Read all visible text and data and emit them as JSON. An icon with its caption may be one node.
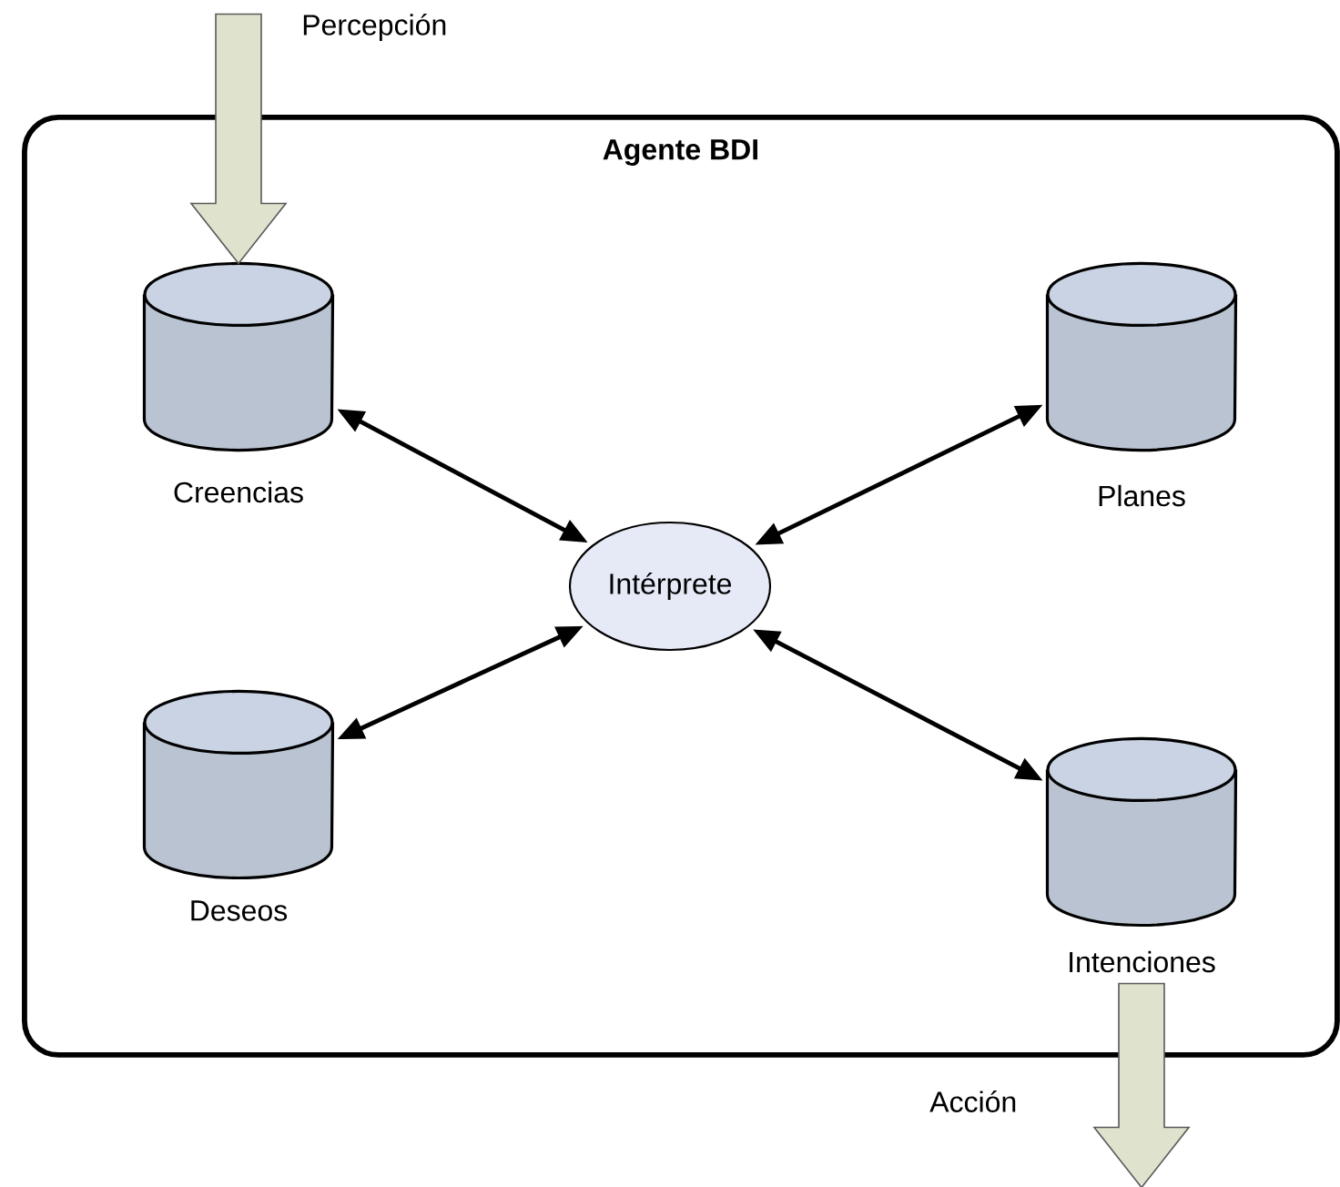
{
  "diagram": {
    "nodes": [
      {
        "text": [
          "Agente BDI"
        ]
      },
      {
        "text": [],
        "shape": "cylinder",
        "beside": [
          "Creencias"
        ],
        "in": 0
      },
      {
        "text": [],
        "shape": "cylinder",
        "beside": [
          "Planes"
        ],
        "in": 0
      },
      {
        "text": [
          "Intérprete"
        ],
        "in": 0
      },
      {
        "text": [],
        "shape": "cylinder",
        "beside": [
          "Deseos"
        ],
        "in": 0
      },
      {
        "text": [],
        "shape": "cylinder",
        "beside": [
          "Intenciones"
        ],
        "in": 0
      }
    ],
    "edges": [
      {
        "from": null,
        "to": 1,
        "arrow": "to",
        "label": "Percepción",
        "style": "thick",
        "color": "#dfe3cd"
      },
      {
        "from": 3,
        "to": 1,
        "arrow": "both"
      },
      {
        "from": 3,
        "to": 2,
        "arrow": "both"
      },
      {
        "from": 3,
        "to": 4,
        "arrow": "both"
      },
      {
        "from": 3,
        "to": 5,
        "arrow": "both"
      },
      {
        "from": 5,
        "to": null,
        "arrow": "to",
        "label": "Acción",
        "style": "thick",
        "color": "#dfe3cd"
      }
    ]
  }
}
